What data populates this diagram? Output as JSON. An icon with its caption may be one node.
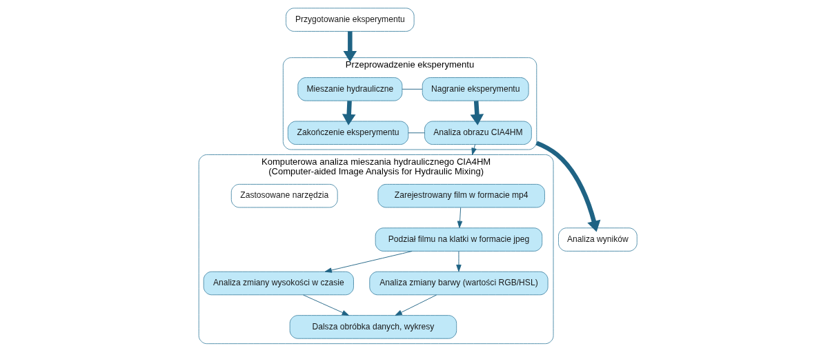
{
  "diagram": {
    "nodes": [
      {
        "text": [
          "Przygotowanie eksperymentu"
        ]
      },
      {
        "text": [
          "Przeprowadzenie eksperymentu"
        ]
      },
      {
        "text": [
          "Mieszanie hydrauliczne"
        ],
        "in": 1
      },
      {
        "text": [
          "Nagranie eksperymentu"
        ],
        "in": 1
      },
      {
        "text": [
          "Zakończenie eksperymentu"
        ],
        "in": 1
      },
      {
        "text": [
          "Analiza obrazu CIA4HM"
        ],
        "in": 1
      },
      {
        "text": [
          "Analiza wyników"
        ]
      },
      {
        "text": [
          "Komputerowa analiza mieszania hydraulicznego CIA4HM",
          "(Computer-aided Image Analysis for Hydraulic Mixing)"
        ]
      },
      {
        "text": [
          "Zarejestrowany film w formacie mp4"
        ],
        "in": 7
      },
      {
        "text": [
          "Podział filmu na klatki w formacie jpeg"
        ],
        "in": 7
      },
      {
        "text": [
          "Analiza zmiany wysokości w czasie"
        ],
        "in": 7
      },
      {
        "text": [
          "Analiza zmiany barwy (wartości RGB/HSL)"
        ],
        "in": 7
      },
      {
        "text": [
          "Dalsza obróbka danych, wykresy"
        ],
        "in": 7
      },
      {
        "text": [
          "Zastosowane narzędzia"
        ],
        "in": 7
      }
    ],
    "edges": [
      {
        "from": 0,
        "to": 1,
        "arrow": "to",
        "style": "thick"
      },
      {
        "from": 2,
        "to": 3,
        "arrow": "none"
      },
      {
        "from": 2,
        "to": 4,
        "arrow": "to",
        "style": "thick"
      },
      {
        "from": 3,
        "to": 5,
        "arrow": "to",
        "style": "thick"
      },
      {
        "from": 4,
        "to": 5,
        "arrow": "none"
      },
      {
        "from": 1,
        "to": 6,
        "arrow": "to",
        "style": "thick"
      },
      {
        "from": 5,
        "to": 7,
        "arrow": "to"
      },
      {
        "from": 8,
        "to": 9,
        "arrow": "to"
      },
      {
        "from": 9,
        "to": 10,
        "arrow": "to"
      },
      {
        "from": 9,
        "to": 11,
        "arrow": "to"
      },
      {
        "from": 10,
        "to": 12,
        "arrow": "to"
      },
      {
        "from": 11,
        "to": 12,
        "arrow": "to"
      }
    ]
  }
}
